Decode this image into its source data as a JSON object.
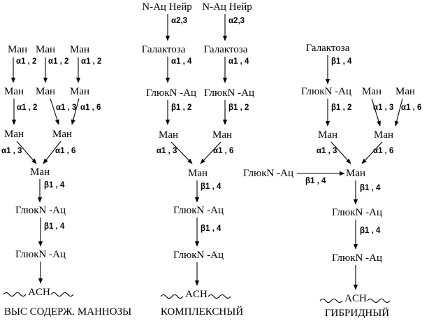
{
  "nodes": {
    "m1": "Ман",
    "m2": "Ман",
    "m3": "Ман",
    "m4": "Ман",
    "m5": "Ман",
    "m6": "Ман",
    "m7": "Ман",
    "m8": "Ман",
    "m9": "Ман",
    "m10": "ГлюкN -Ац",
    "m11": "ГлюкN -Ац",
    "m12": "ACH",
    "c1": "N-Ац Нейр",
    "c2": "N-Ац Нейр",
    "c3": "Галактоза",
    "c4": "Галактоза",
    "c5": "ГлюкN -Ац",
    "c6": "ГлюкN -Ац",
    "c7": "Ман",
    "c8": "Ман",
    "c9": "Ман",
    "c10": "ГлюкN -Ац",
    "c11": "ГлюкN -Ац",
    "c12": "ACH",
    "h1": "Галактоза",
    "h2": "ГлюкN -Ац",
    "h3": "Ман",
    "h4": "Ман",
    "h5": "Ман",
    "h6": "Ман",
    "h7": "ГлюкN -Ац",
    "h8": "Ман",
    "h9": "ГлюкN -Ац",
    "h10": "ГлюкN -Ац",
    "h11": "ACH"
  },
  "links": {
    "a12": "α1 , 2",
    "a13": "α1 , 3",
    "a14": "α1 , 4",
    "a16": "α1 , 6",
    "a23": "α2,3",
    "b12": "β1 , 2",
    "b14": "β1 , 4"
  },
  "captions": {
    "high_mannose": "ВЫС СОДЕРЖ. МАННОЗЫ",
    "complex": "КОМПЛЕКСНЫЙ",
    "hybrid": "ГИБРИДНЫЙ"
  }
}
